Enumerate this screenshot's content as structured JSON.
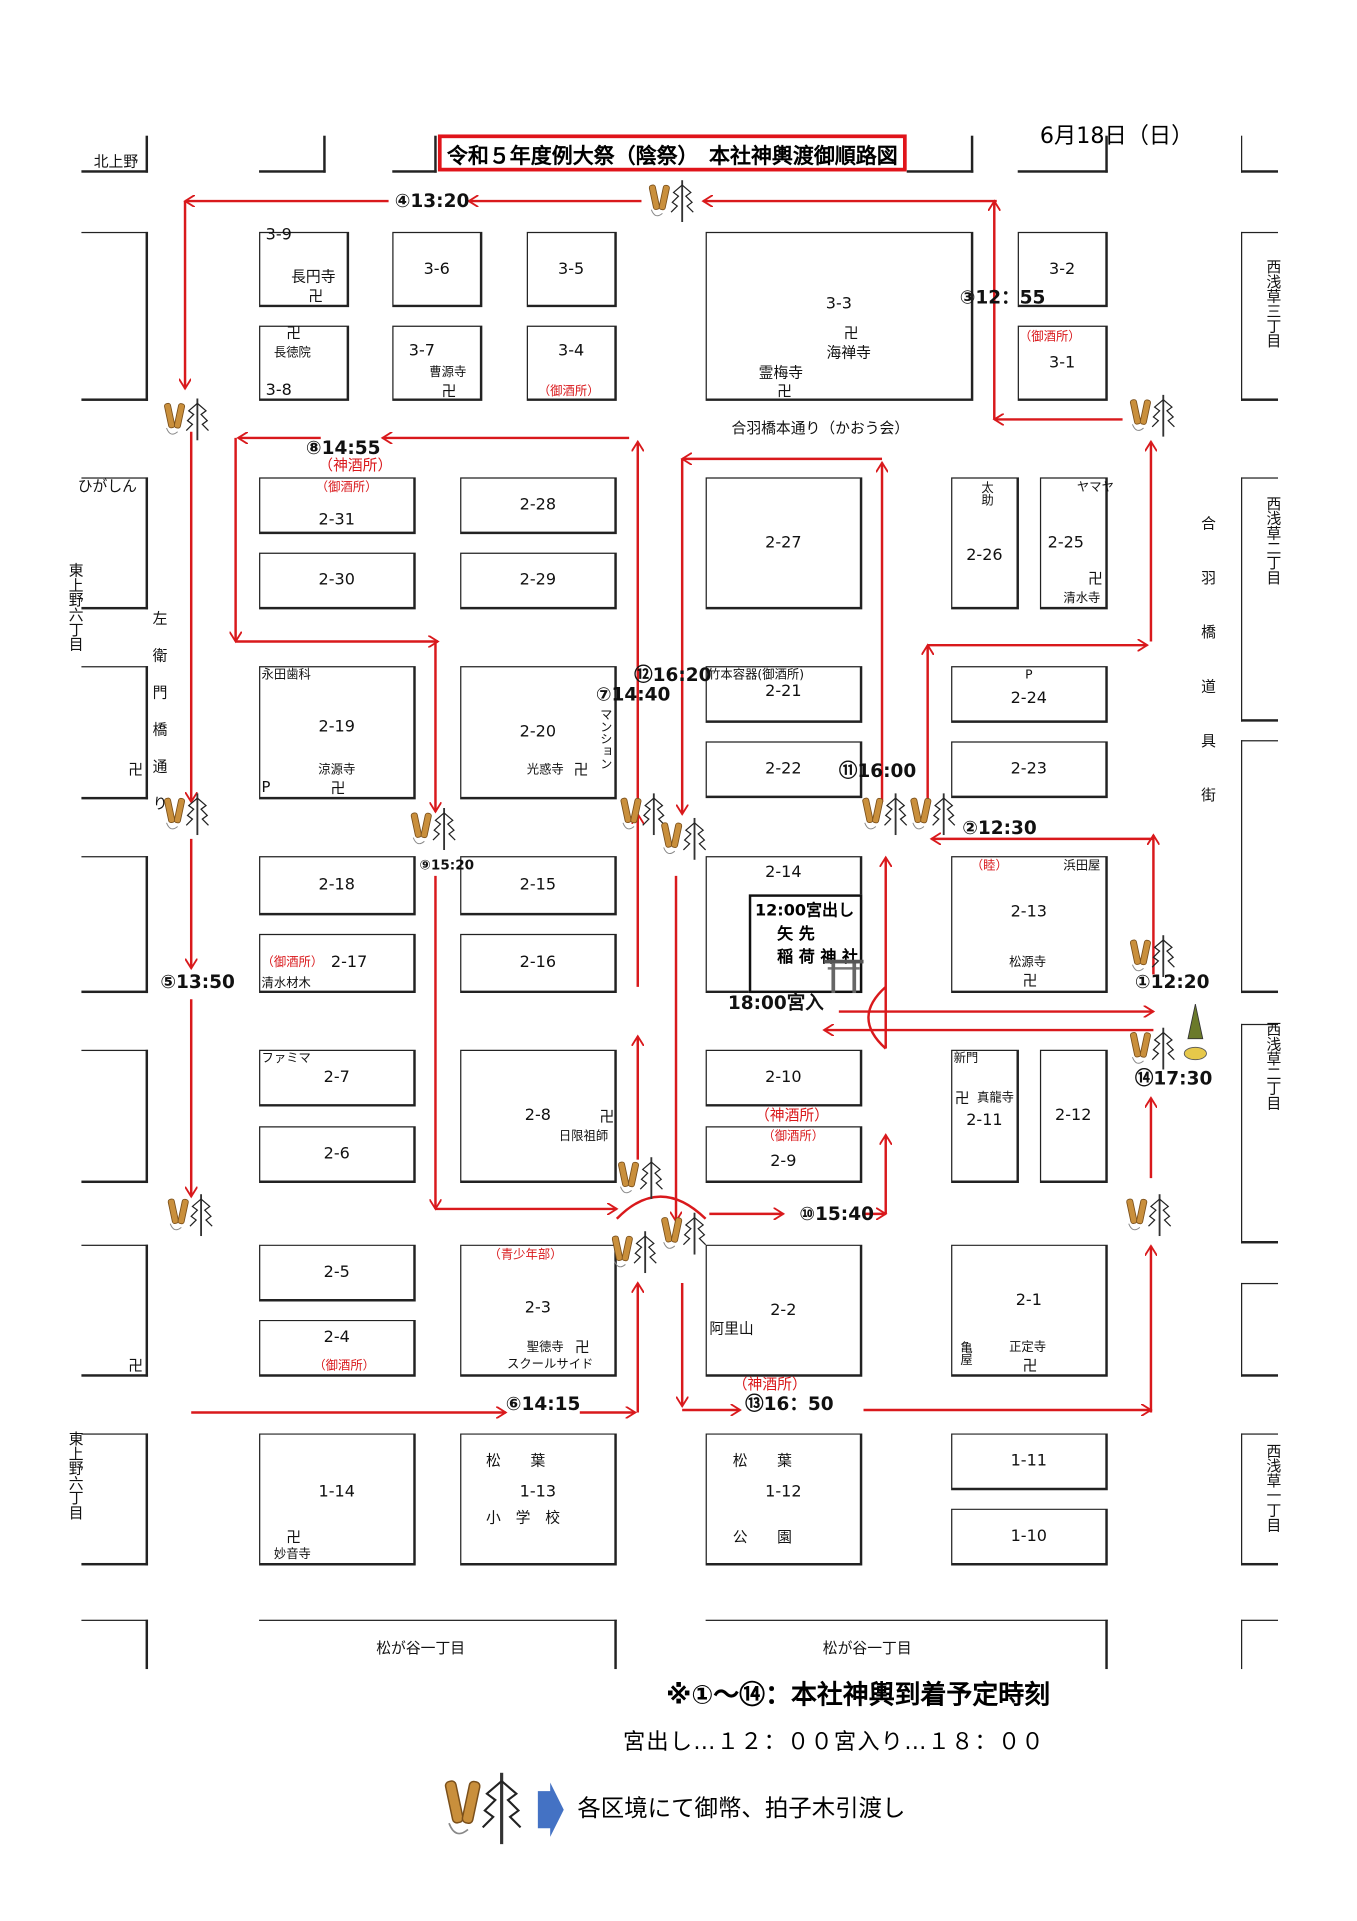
{
  "title": "令和５年度例大祭（陰祭）　本社神輿渡御順路図",
  "date": "6月18日（日）",
  "blocks": {
    "b39": "3-9",
    "b36": "3-6",
    "b35": "3-5",
    "b33": "3-3",
    "b32": "3-2",
    "b38": "3-8",
    "b37": "3-7",
    "b34": "3-4",
    "b31": "3-1",
    "b231": "2-31",
    "b228": "2-28",
    "b227": "2-27",
    "b226": "2-26",
    "b225": "2-25",
    "b230": "2-30",
    "b229": "2-29",
    "b219": "2-19",
    "b220": "2-20",
    "b221": "2-21",
    "b222": "2-22",
    "b224": "2-24",
    "b223": "2-23",
    "b218": "2-18",
    "b215": "2-15",
    "b214": "2-14",
    "b213": "2-13",
    "b217": "2-17",
    "b216": "2-16",
    "b27": "2-7",
    "b28": "2-8",
    "b210": "2-10",
    "b211": "2-11",
    "b212": "2-12",
    "b26": "2-6",
    "b29": "2-9",
    "b25": "2-5",
    "b23": "2-3",
    "b22": "2-2",
    "b21": "2-1",
    "b24": "2-4",
    "b114": "1-14",
    "b113": "1-13",
    "b112": "1-12",
    "b111": "1-11",
    "b110": "1-10"
  },
  "places": {
    "kitaueno": "北上野",
    "higashin": "ひがしん",
    "higashiueno_a": "東上野六丁目",
    "higashiueno_b": "東上野六丁目",
    "saemon": "左衛門橋通り",
    "kappabashi_dougu": "合羽橋道具街",
    "nishiasakusa3": "西浅草三丁目",
    "nishiasakusa2a": "西浅草二丁目",
    "nishiasakusa2b": "西浅草二丁目",
    "nishiasakusa1": "西浅草一丁目",
    "hondori": "合羽橋本通り（かおう会）",
    "matsugaya_a": "松が谷一丁目",
    "matsugaya_b": "松が谷一丁目",
    "chouenji": "長円寺",
    "choutokuin": "長徳院",
    "sougenji": "曹源寺",
    "kaizenji": "海禅寺",
    "reibaiji": "霊梅寺",
    "tasuke": "太助",
    "yamaya": "ヤマヤ",
    "kiyomizudera": "清水寺",
    "nagata": "永田歯科",
    "ryougenji": "涼源寺",
    "parking1": "P",
    "parking2": "P",
    "kouwakuji": "光惑寺",
    "mansion": "マンション",
    "takemoto": "竹本容器(御酒所)",
    "hamadaya": "浜田屋",
    "shougenji": "松源寺",
    "shimizu": "清水材木",
    "famima": "ファミマ",
    "shinmon": "新門",
    "shinryuji": "真龍寺",
    "higiri": "日限祖師",
    "arisan": "阿里山",
    "shoutokuji": "聖徳寺",
    "schoolside": "スクールサイド",
    "kameya": "亀屋",
    "shoujouji": "正定寺",
    "school": "松　　葉",
    "school2": "小　学　校",
    "park": "松　　葉",
    "park2": "公　　園",
    "myouonji": "妙音寺",
    "mutsumi": "（睦）",
    "seishounen": "（青少年部）"
  },
  "manji": "卍",
  "sake": {
    "shinshu": "（神酒所）",
    "goshu": "（御酒所）"
  },
  "times": {
    "t1": "①12:20",
    "t2": "②12:30",
    "t3": "③12：55",
    "t4": "④13:20",
    "t5": "⑤13:50",
    "t6": "⑥14:15",
    "t7": "⑦14:40",
    "t8": "⑧14:55",
    "t9": "⑨15:20",
    "t10": "⑩15:40",
    "t11": "⑪16:00",
    "t12": "⑫16:20",
    "t13": "⑬16：50",
    "t14": "⑭17:30"
  },
  "shrine": {
    "depart": "12:00宮出し",
    "name1": "矢 先",
    "name2": "稲 荷 神 社",
    "return": "18:00宮入"
  },
  "legend": {
    "note": "※①～⑭：本社神輿到着予定時刻",
    "times": "宮出し…１２：００宮入り…１８：００",
    "handover": "各区境にて御幣、拍子木引渡し"
  },
  "colors": {
    "route": "#d9191c",
    "border": "#222222",
    "arrow_blue": "#4472c4"
  }
}
